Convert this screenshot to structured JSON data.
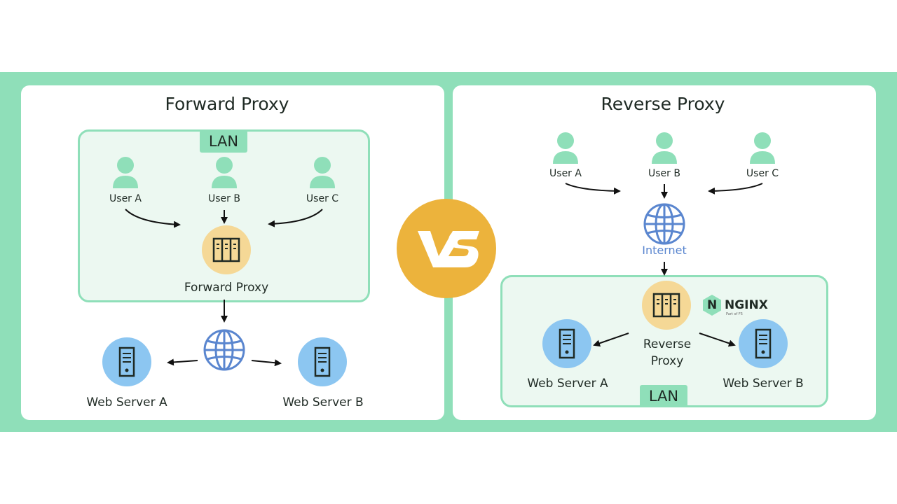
{
  "forward": {
    "title": "Forward Proxy",
    "lan": "LAN",
    "users": [
      "User A",
      "User B",
      "User C"
    ],
    "proxy_label": "Forward Proxy",
    "servers": [
      "Web Server A",
      "Web Server B"
    ]
  },
  "reverse": {
    "title": "Reverse Proxy",
    "users": [
      "User A",
      "User B",
      "User C"
    ],
    "internet": "Internet",
    "proxy_label_line1": "Reverse",
    "proxy_label_line2": "Proxy",
    "servers": [
      "Web Server A",
      "Web Server B"
    ],
    "lan": "LAN",
    "nginx": {
      "logo_letter": "N",
      "name": "NGINX",
      "sub": "Part of F5"
    }
  },
  "colors": {
    "band": "#8fdfb9",
    "user": "#8fdfb9",
    "proxy_circle": "#f5d896",
    "server_circle": "#8cc6f1",
    "globe": "#5a86cf",
    "vs": "#ecb33c"
  },
  "icons": [
    "user-icon",
    "proxy-server-icon",
    "globe-icon",
    "web-server-icon",
    "vs-badge",
    "nginx-logo"
  ]
}
